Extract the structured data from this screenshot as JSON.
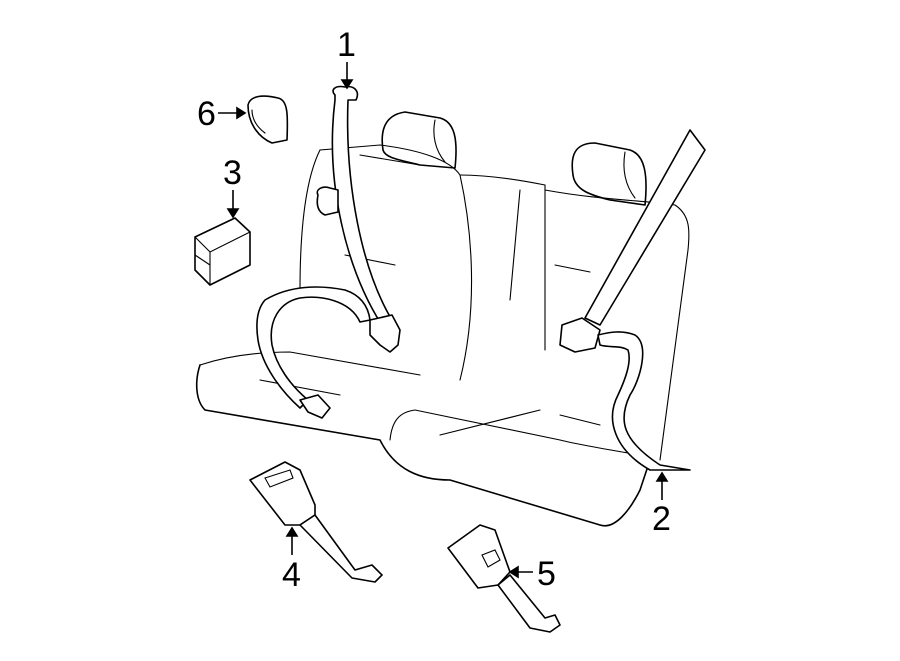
{
  "diagram": {
    "subject": "Rear seat belt components",
    "line_color": "#000000",
    "background": "#ffffff",
    "callouts": [
      {
        "id": "1",
        "label": "1",
        "part": "shoulder-belt-upper-retractor"
      },
      {
        "id": "2",
        "label": "2",
        "part": "right-outer-belt-assembly"
      },
      {
        "id": "3",
        "label": "3",
        "part": "retractor-block"
      },
      {
        "id": "4",
        "label": "4",
        "part": "left-buckle"
      },
      {
        "id": "5",
        "label": "5",
        "part": "right-buckle"
      },
      {
        "id": "6",
        "label": "6",
        "part": "cover-cap"
      }
    ]
  }
}
